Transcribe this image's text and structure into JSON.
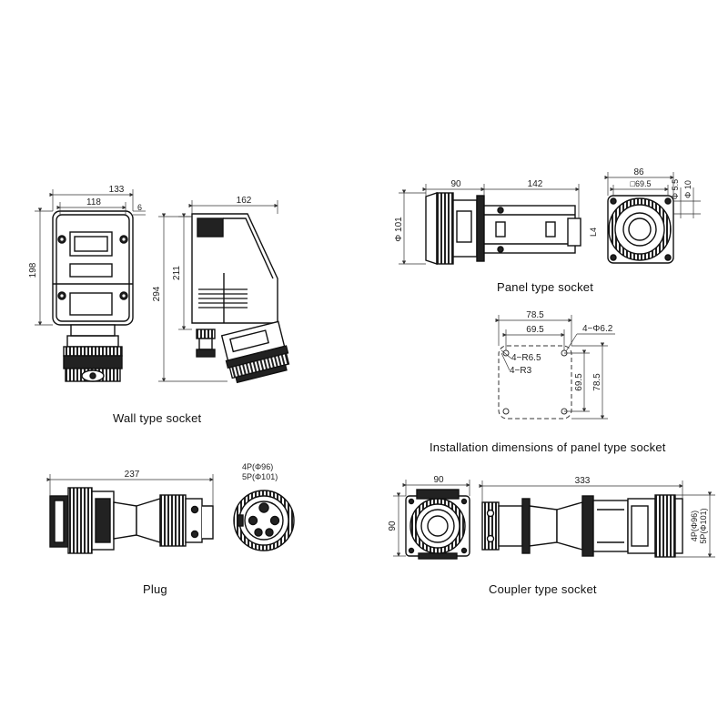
{
  "captions": {
    "wall": "Wall type socket",
    "plug": "Plug",
    "panel": "Panel type socket",
    "install": "Installation dimensions of panel type socket",
    "coupler": "Coupler type socket"
  },
  "dims": {
    "wall_front_width_outer": "133",
    "wall_front_width_inner": "118",
    "wall_front_side": "6",
    "wall_front_height": "198",
    "wall_side_depth": "162",
    "wall_side_height_box": "211",
    "wall_side_height_total": "294",
    "plug_length": "237",
    "plug_dia_4p": "4P(Φ96)",
    "plug_dia_5p": "5P(Φ101)",
    "panel_front_len": "90",
    "panel_body_len": "142",
    "panel_dia": "Φ 101",
    "panel_face_width": "86",
    "panel_face_square": "□69.5",
    "panel_hole_55": "Φ 5.5",
    "panel_hole_10": "Φ 10",
    "panel_l4": "L4",
    "install_outer_w": "78.5",
    "install_inner_w": "69.5",
    "install_holes": "4−Φ6.2",
    "install_r65": "4−R6.5",
    "install_r3": "4−R3",
    "install_inner_h": "69.5",
    "install_outer_h": "78.5",
    "coupler_face_w": "90",
    "coupler_face_h": "90",
    "coupler_len": "333",
    "coupler_dia_4p": "4P(Φ96)",
    "coupler_dia_5p": "5P(Φ101)"
  }
}
